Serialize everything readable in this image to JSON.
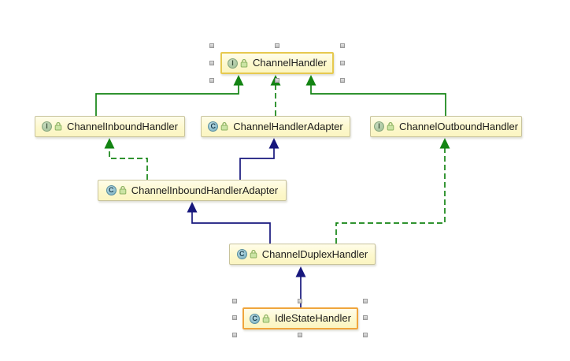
{
  "diagram": {
    "type": "uml-class-hierarchy",
    "nodes": [
      {
        "id": "ChannelHandler",
        "label": "ChannelHandler",
        "stereotype": "interface",
        "badge": "I",
        "selected": true
      },
      {
        "id": "ChannelInboundHandler",
        "label": "ChannelInboundHandler",
        "stereotype": "interface",
        "badge": "I",
        "selected": false
      },
      {
        "id": "ChannelHandlerAdapter",
        "label": "ChannelHandlerAdapter",
        "stereotype": "class",
        "badge": "C",
        "selected": false
      },
      {
        "id": "ChannelOutboundHandler",
        "label": "ChannelOutboundHandler",
        "stereotype": "interface",
        "badge": "I",
        "selected": false
      },
      {
        "id": "ChannelInboundHandlerAdapter",
        "label": "ChannelInboundHandlerAdapter",
        "stereotype": "class",
        "badge": "C",
        "selected": false
      },
      {
        "id": "ChannelDuplexHandler",
        "label": "ChannelDuplexHandler",
        "stereotype": "class",
        "badge": "C",
        "selected": false
      },
      {
        "id": "IdleStateHandler",
        "label": "IdleStateHandler",
        "stereotype": "class",
        "badge": "C",
        "selected": true
      }
    ],
    "edges": [
      {
        "from": "ChannelInboundHandler",
        "to": "ChannelHandler",
        "relation": "extends",
        "line": "solid",
        "color": "#138413"
      },
      {
        "from": "ChannelHandlerAdapter",
        "to": "ChannelHandler",
        "relation": "implements",
        "line": "dashed",
        "color": "#138413"
      },
      {
        "from": "ChannelOutboundHandler",
        "to": "ChannelHandler",
        "relation": "extends",
        "line": "solid",
        "color": "#138413"
      },
      {
        "from": "ChannelInboundHandlerAdapter",
        "to": "ChannelInboundHandler",
        "relation": "implements",
        "line": "dashed",
        "color": "#138413"
      },
      {
        "from": "ChannelInboundHandlerAdapter",
        "to": "ChannelHandlerAdapter",
        "relation": "extends",
        "line": "solid",
        "color": "#17177d"
      },
      {
        "from": "ChannelDuplexHandler",
        "to": "ChannelInboundHandlerAdapter",
        "relation": "extends",
        "line": "solid",
        "color": "#17177d"
      },
      {
        "from": "ChannelDuplexHandler",
        "to": "ChannelOutboundHandler",
        "relation": "implements",
        "line": "dashed",
        "color": "#138413"
      },
      {
        "from": "IdleStateHandler",
        "to": "ChannelDuplexHandler",
        "relation": "extends",
        "line": "solid",
        "color": "#17177d"
      }
    ],
    "colors": {
      "node_fill": "#fdf8cd",
      "node_border": "#c8c39c",
      "highlight_border_gold": "#e6c94f",
      "highlight_border_orange": "#f0a53c",
      "interface_edge_green": "#138413",
      "class_edge_navy": "#17177d",
      "selection_handle": "#c9c9c9"
    }
  }
}
